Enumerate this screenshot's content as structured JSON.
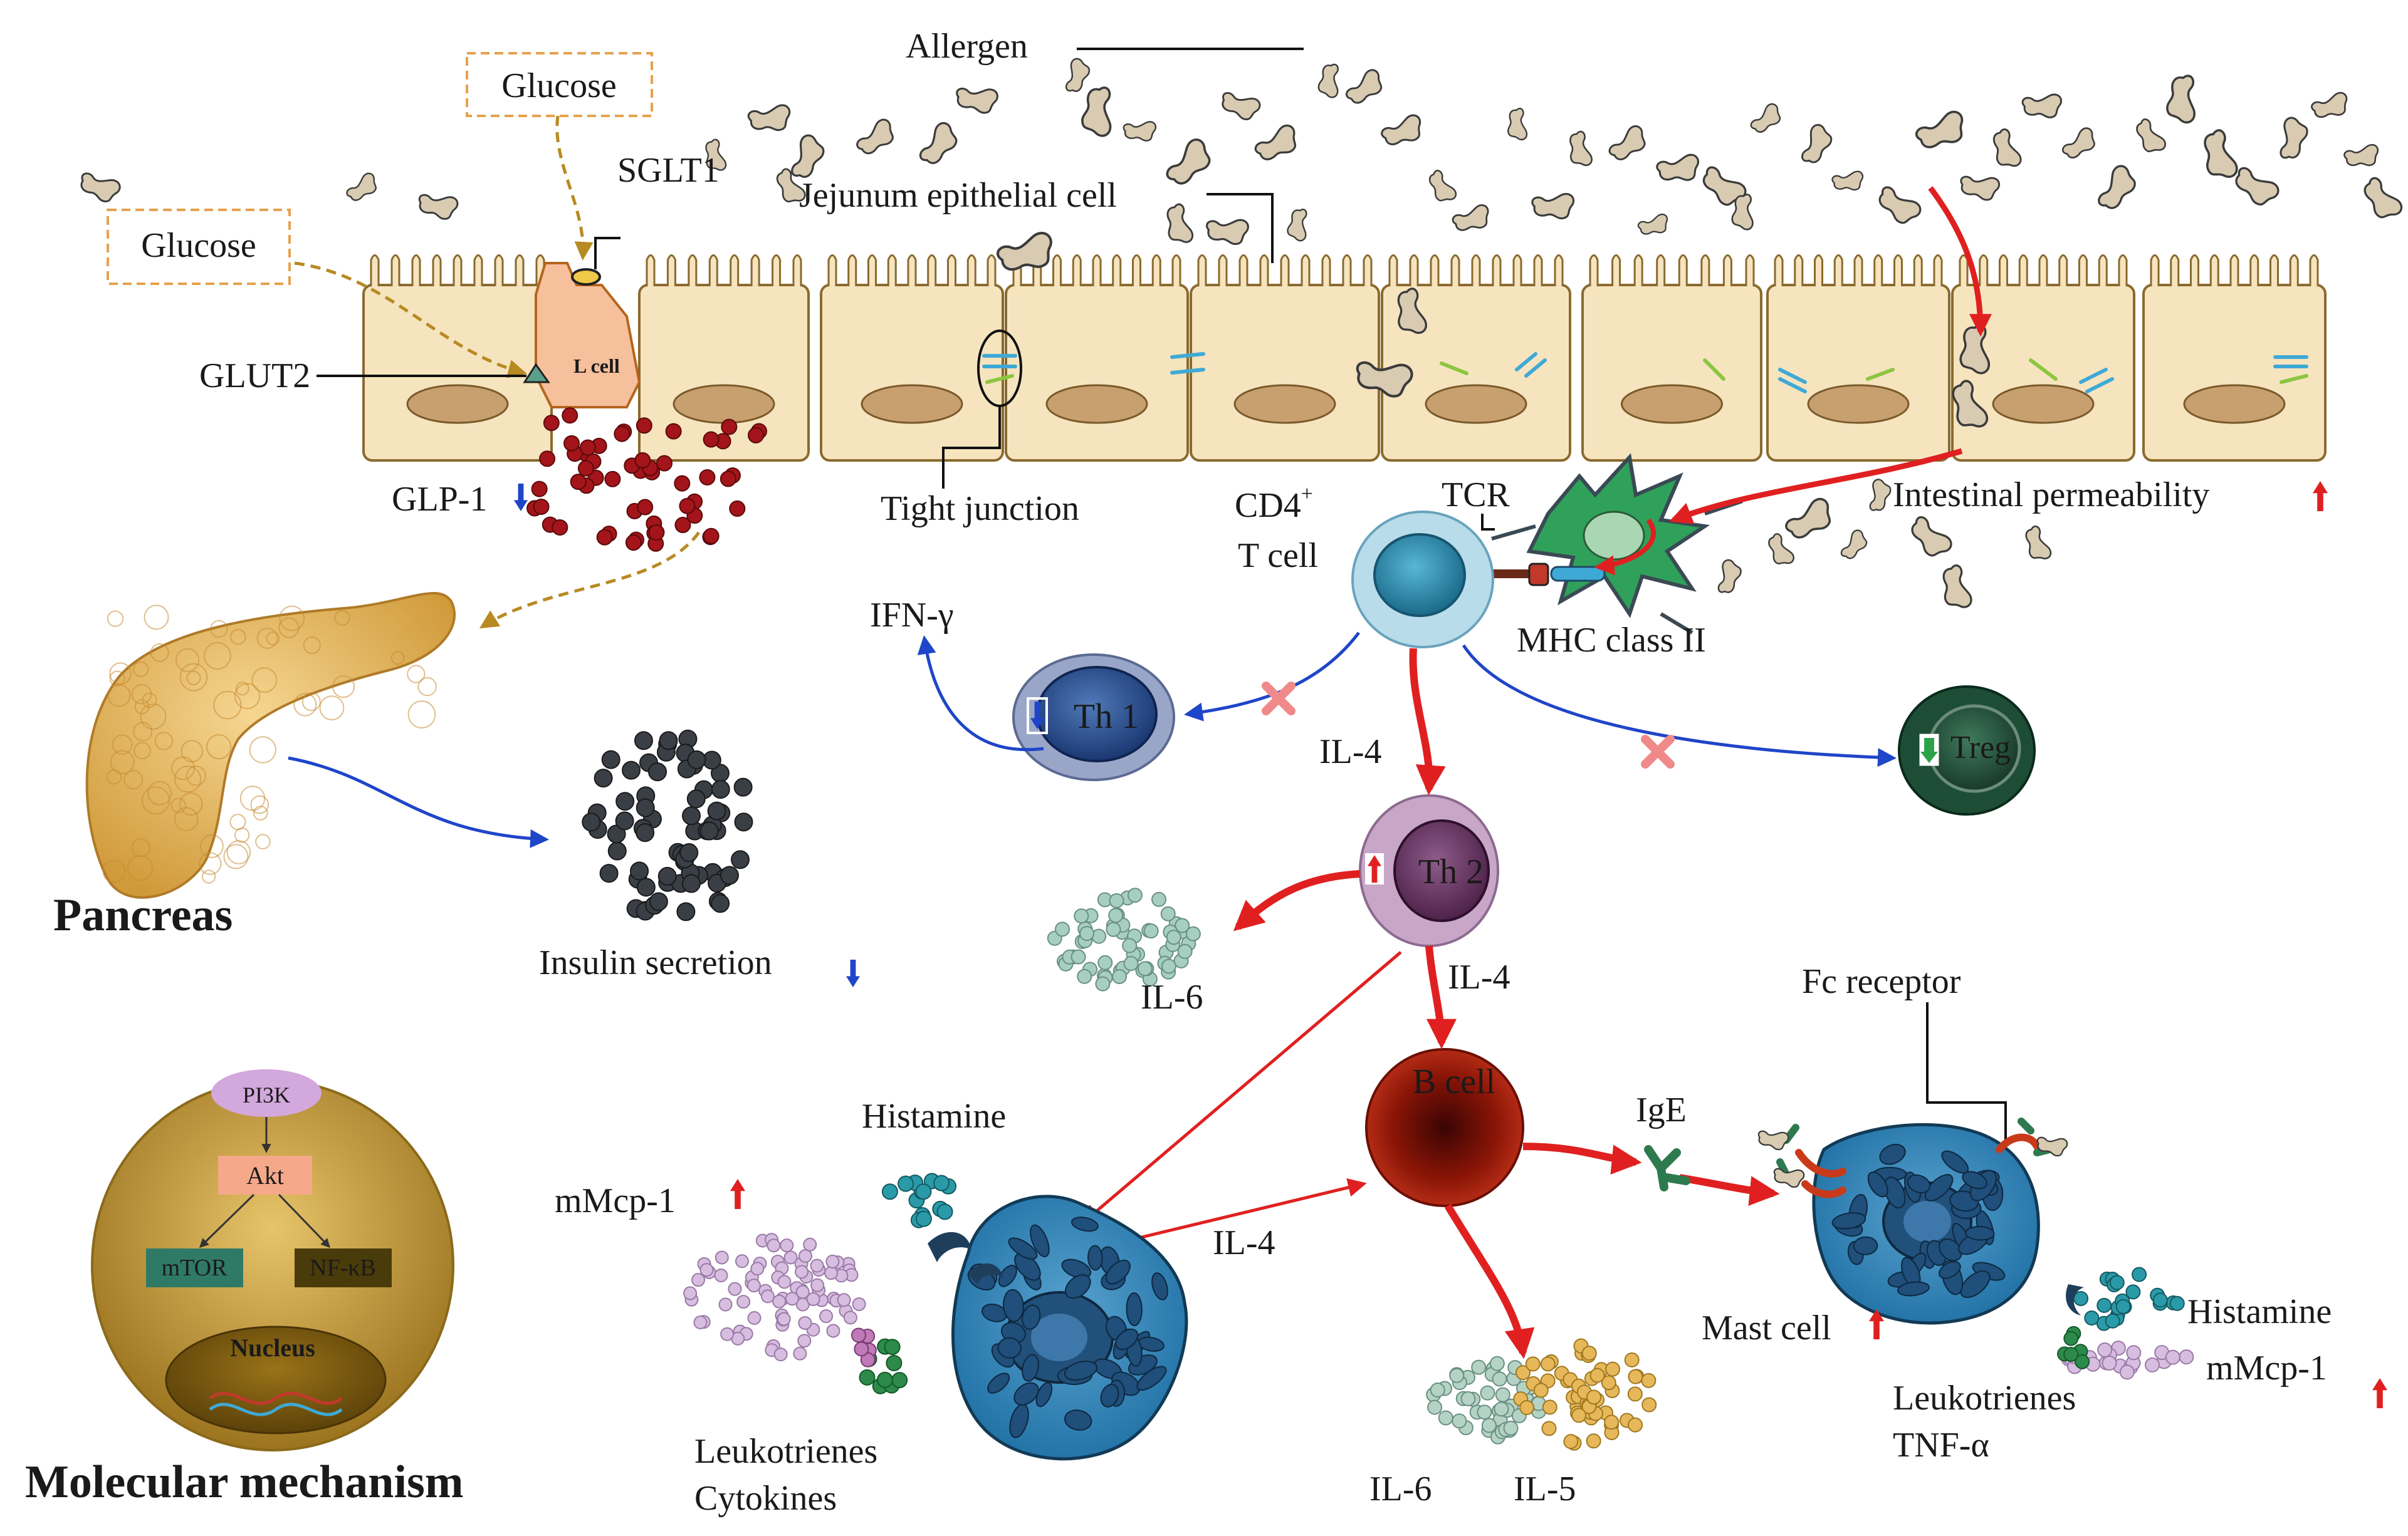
{
  "labels": {
    "allergen": "Allergen",
    "glucose_top": "Glucose",
    "glucose_left": "Glucose",
    "sglt1": "SGLT1",
    "jejunum_cell": "Jejunum epithelial  cell",
    "glut2": "GLUT2",
    "l_cell": "L cell",
    "glp1": "GLP-1",
    "tight_junction": "Tight junction",
    "cd4_line1": "CD4",
    "cd4_sup": "+",
    "cd4_line2": "T cell",
    "tcr": "TCR",
    "intestinal_permeability": "Intestinal permeability",
    "mhc": "MHC class II",
    "ifn_gamma": "IFN-γ",
    "th1": "Th 1",
    "treg": "Treg",
    "il4_a": "IL-4",
    "th2": "Th 2",
    "il6_a": "IL-6",
    "il4_b": "IL-4",
    "pancreas": "Pancreas",
    "insulin": "Insulin secretion",
    "fc_receptor": "Fc receptor",
    "b_cell": "B  cell",
    "ige": "IgE",
    "histamine_left": "Histamine",
    "mmcp1_left": "mMcp-1",
    "il4_c": "IL-4",
    "mast_cell": "Mast cell",
    "histamine_right": "Histamine",
    "mmcp1_right": "mMcp-1",
    "leukotrienes_left": "Leukotrienes",
    "cytokines": "Cytokines",
    "leukotrienes_right": "Leukotrienes",
    "tnf": "TNF-α",
    "il6_b": "IL-6",
    "il5": "IL-5",
    "pi3k": "PI3K",
    "akt": "Akt",
    "mtor": "mTOR",
    "nfkb": "NF-κB",
    "nucleus": "Nucleus",
    "molecular": "Molecular mechanism"
  },
  "colors": {
    "cell_fill": "#f6e4bf",
    "cell_stroke": "#8a6a2e",
    "nucleus_fill": "#c8a070",
    "allergen": "#d8cbb2",
    "up_arrow": "#e02020",
    "down_arrow": "#1f45c8",
    "pathway_red": "#e02020",
    "pathway_blue": "#1f45c8",
    "glucose_box": "#e5a24e",
    "mast_cell": "#3a86b8",
    "b_cell": "#a3200f"
  },
  "icons": {
    "up": "up-arrow-icon",
    "down": "down-arrow-icon",
    "block": "cross-block-icon"
  }
}
